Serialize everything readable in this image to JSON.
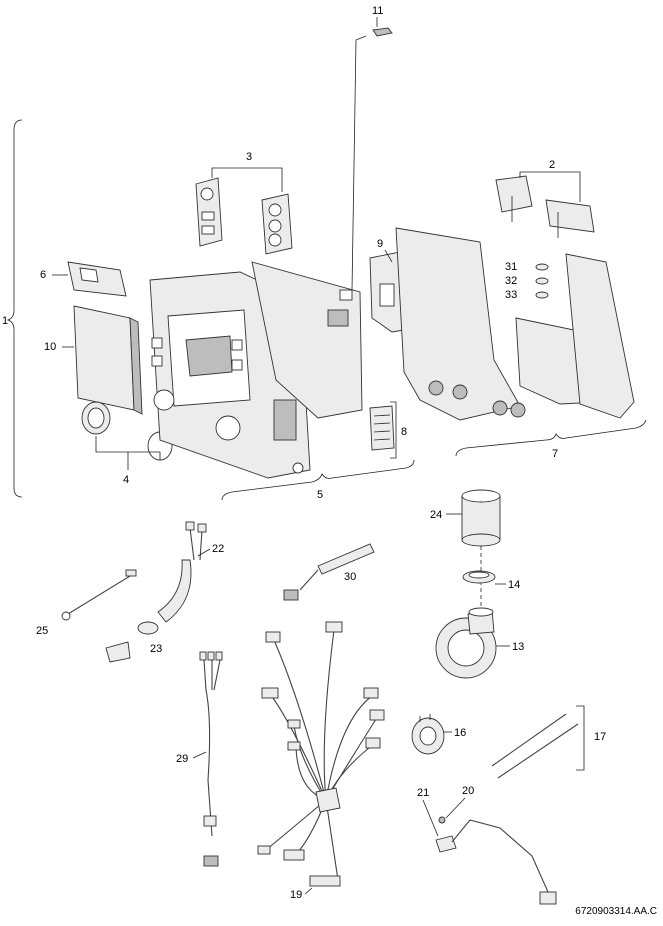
{
  "callouts": {
    "c1": "1",
    "c2": "2",
    "c3": "3",
    "c4": "4",
    "c5": "5",
    "c6": "6",
    "c7": "7",
    "c8": "8",
    "c9": "9",
    "c10": "10",
    "c11": "11",
    "c13": "13",
    "c14": "14",
    "c16": "16",
    "c17": "17",
    "c19": "19",
    "c20": "20",
    "c21": "21",
    "c22": "22",
    "c23": "23",
    "c24": "24",
    "c25": "25",
    "c29": "29",
    "c30": "30",
    "c31": "31",
    "c32": "32",
    "c33": "33"
  },
  "reference_code": "6720903314.AA.C"
}
